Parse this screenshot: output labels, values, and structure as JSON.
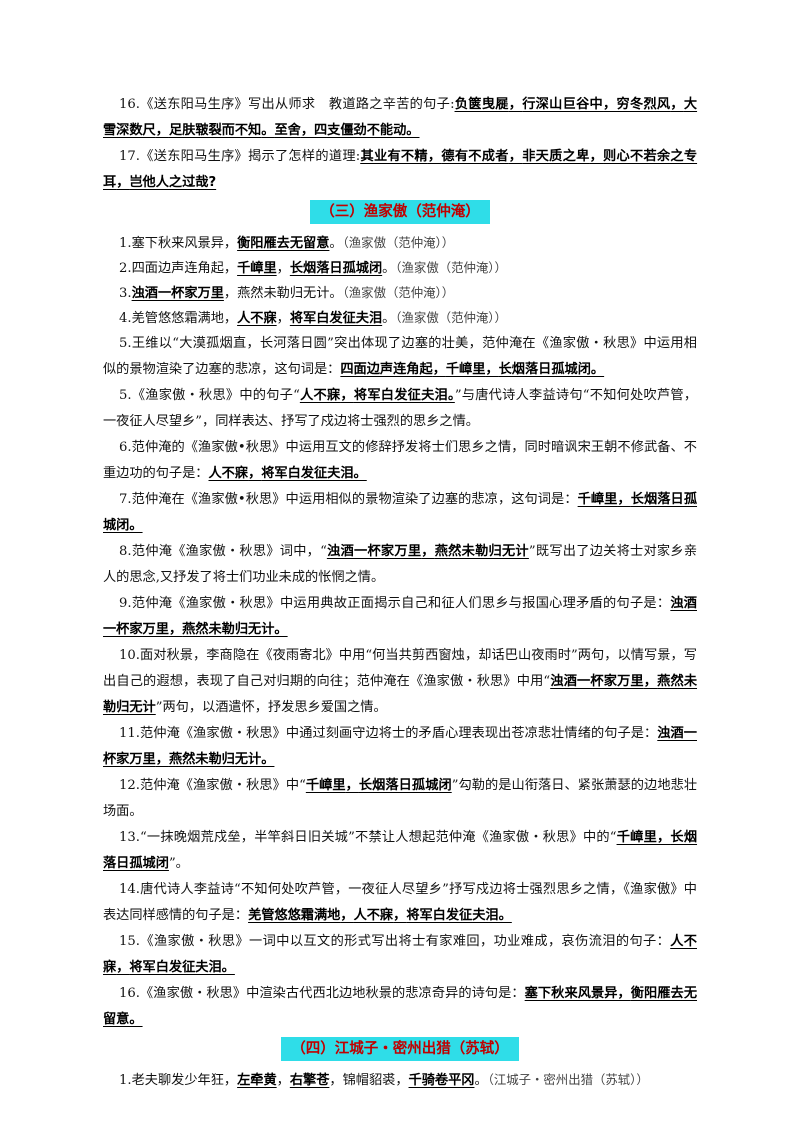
{
  "sections": [
    {
      "heading": "",
      "items": [
        {
          "segs": [
            {
              "t": "16.《送东阳马生序》写出从师求　教道路之辛苦的句子:"
            },
            {
              "t": "负箧曳屣",
              "a": 1
            },
            {
              "t": "，",
              "a": 1
            },
            {
              "t": "行深山巨谷中",
              "a": 1
            },
            {
              "t": "，",
              "a": 1
            },
            {
              "t": "穷冬烈风",
              "a": 1
            },
            {
              "t": "，",
              "a": 1
            },
            {
              "t": "大雪深数尺",
              "a": 1
            },
            {
              "t": "，",
              "a": 1
            },
            {
              "t": "足肤皲裂而不知",
              "a": 1
            },
            {
              "t": "。",
              "a": 1
            },
            {
              "t": "至舍",
              "a": 1
            },
            {
              "t": "，",
              "a": 1
            },
            {
              "t": "四支僵劲不能动。",
              "a": 1
            }
          ]
        },
        {
          "segs": [
            {
              "t": "17.《送东阳马生序》揭示了怎样的道理:"
            },
            {
              "t": "其业有不精",
              "a": 1
            },
            {
              "t": "，",
              "a": 1
            },
            {
              "t": "德有不成者",
              "a": 1
            },
            {
              "t": "，",
              "a": 1
            },
            {
              "t": "非天质之卑",
              "a": 1
            },
            {
              "t": "，",
              "a": 1
            },
            {
              "t": "则心不若余之专耳",
              "a": 1
            },
            {
              "t": "，",
              "a": 1
            },
            {
              "t": "岂他人之过哉?",
              "a": 1
            }
          ]
        }
      ]
    },
    {
      "heading": "（三）渔家傲（范仲淹）",
      "items": [
        {
          "tight": 1,
          "segs": [
            {
              "t": "1.塞下秋来风景异，"
            },
            {
              "t": "衡阳雁去无留意",
              "a": 1
            },
            {
              "t": "。"
            },
            {
              "t": "（渔家傲（范仲淹））",
              "s": 1
            }
          ]
        },
        {
          "tight": 1,
          "segs": [
            {
              "t": "2.四面边声连角起，"
            },
            {
              "t": "千嶂里",
              "a": 1
            },
            {
              "t": "，"
            },
            {
              "t": "长烟落日孤城闭",
              "a": 1
            },
            {
              "t": "。"
            },
            {
              "t": "（渔家傲（范仲淹））",
              "s": 1
            }
          ]
        },
        {
          "tight": 1,
          "segs": [
            {
              "t": "3."
            },
            {
              "t": "浊酒一杯家万里",
              "a": 1
            },
            {
              "t": "，燕然未勒归无计。"
            },
            {
              "t": "（渔家傲（范仲淹））",
              "s": 1
            }
          ]
        },
        {
          "tight": 1,
          "segs": [
            {
              "t": "4.羌管悠悠霜满地，"
            },
            {
              "t": "人不寐",
              "a": 1
            },
            {
              "t": "，"
            },
            {
              "t": "将军白发征夫泪",
              "a": 1
            },
            {
              "t": "。"
            },
            {
              "t": "（渔家傲（范仲淹））",
              "s": 1
            }
          ]
        },
        {
          "segs": [
            {
              "t": "5.王维以“大漠孤烟直，长河落日圆”突出体现了边塞的壮美，范仲淹在《渔家傲・秋思》中运用相似的景物渲染了边塞的悲凉，这句词是："
            },
            {
              "t": "四面边声连角起",
              "a": 1
            },
            {
              "t": "，",
              "a": 1
            },
            {
              "t": "千嶂里",
              "a": 1
            },
            {
              "t": "，",
              "a": 1
            },
            {
              "t": "长烟落日孤城闭。",
              "a": 1
            }
          ]
        },
        {
          "segs": [
            {
              "t": "5.《渔家傲・秋思》中的句子“"
            },
            {
              "t": "人不寐",
              "a": 1
            },
            {
              "t": "，",
              "a": 1
            },
            {
              "t": "将军白发征夫泪",
              "a": 1
            },
            {
              "t": "。",
              "a": 1
            },
            {
              "t": "”与唐代诗人李益诗句“不知何处吹芦管，一夜征人尽望乡”，同样表达、抒写了戍边将士强烈的思乡之情。"
            }
          ]
        },
        {
          "segs": [
            {
              "t": "6.范仲淹的《渔家傲•秋思》中运用互文的修辞抒发将士们思乡之情，同时暗讽宋王朝不修武备、不重边功的句子是："
            },
            {
              "t": "人不寐",
              "a": 1
            },
            {
              "t": "，",
              "a": 1
            },
            {
              "t": "将军白发征夫泪。",
              "a": 1
            }
          ]
        },
        {
          "segs": [
            {
              "t": "7.范仲淹在《渔家傲•秋思》中运用相似的景物渲染了边塞的悲凉，这句词是："
            },
            {
              "t": "千嶂里",
              "a": 1
            },
            {
              "t": "，",
              "a": 1
            },
            {
              "t": "长烟落日孤城闭。",
              "a": 1
            }
          ]
        },
        {
          "segs": [
            {
              "t": "8.范仲淹《渔家傲・秋思》词中，“"
            },
            {
              "t": "浊酒一杯家万里",
              "a": 1
            },
            {
              "t": "，",
              "a": 1
            },
            {
              "t": "燕然未勒归无计",
              "a": 1
            },
            {
              "t": "”既写出了边关将士对家乡亲人的思念,又抒发了将士们功业未成的怅惘之情。"
            }
          ]
        },
        {
          "segs": [
            {
              "t": "9.范仲淹《渔家傲・秋思》中运用典故正面揭示自己和征人们思乡与报国心理矛盾的句子是："
            },
            {
              "t": "浊酒一杯家万里",
              "a": 1
            },
            {
              "t": "，",
              "a": 1
            },
            {
              "t": "燕然未勒归无计。",
              "a": 1
            }
          ]
        },
        {
          "segs": [
            {
              "t": "10.面对秋景，李商隐在《夜雨寄北》中用“何当共剪西窗烛，却话巴山夜雨时”两句，以情写景，写出自己的遐想，表现了自己对归期的向往；范仲淹在《渔家傲・秋思》中用“"
            },
            {
              "t": "浊酒一杯家万里",
              "a": 1
            },
            {
              "t": "，",
              "a": 1
            },
            {
              "t": "燕然未勒归无计",
              "a": 1
            },
            {
              "t": "”两句，以酒遣怀，抒发思乡爱国之情。"
            }
          ]
        },
        {
          "segs": [
            {
              "t": "11.范仲淹《渔家傲・秋思》中通过刻画守边将士的矛盾心理表现出苍凉悲壮情绪的句子是："
            },
            {
              "t": "浊酒一杯家万里",
              "a": 1
            },
            {
              "t": "，",
              "a": 1
            },
            {
              "t": "燕然未勒归无计。",
              "a": 1
            }
          ]
        },
        {
          "segs": [
            {
              "t": "12.范仲淹《渔家傲・秋思》中“"
            },
            {
              "t": "千嶂里",
              "a": 1
            },
            {
              "t": "，",
              "a": 1
            },
            {
              "t": "长烟落日孤城闭",
              "a": 1
            },
            {
              "t": "”勾勒的是山衔落日、紧张萧瑟的边地悲壮场面。"
            }
          ]
        },
        {
          "segs": [
            {
              "t": "13.“一抹晚烟荒戍垒，半竿斜日旧关城”不禁让人想起范仲淹《渔家傲・秋思》中的“"
            },
            {
              "t": "千嶂里",
              "a": 1
            },
            {
              "t": "，",
              "a": 1
            },
            {
              "t": "长烟落日孤城闭",
              "a": 1
            },
            {
              "t": "”。"
            }
          ]
        },
        {
          "segs": [
            {
              "t": "14.唐代诗人李益诗“不知何处吹芦管，一夜征人尽望乡”抒写戍边将士强烈思乡之情，《渔家傲》中表达同样感情的句子是："
            },
            {
              "t": "羌管悠悠霜满地",
              "a": 1
            },
            {
              "t": "，",
              "a": 1
            },
            {
              "t": "人不寐",
              "a": 1
            },
            {
              "t": "，",
              "a": 1
            },
            {
              "t": "将军白发征夫泪。",
              "a": 1
            }
          ]
        },
        {
          "segs": [
            {
              "t": "15.《渔家傲・秋思》一词中以互文的形式写出将士有家难回，功业难成，哀伤流泪的句子："
            },
            {
              "t": "人不寐",
              "a": 1
            },
            {
              "t": "，",
              "a": 1
            },
            {
              "t": "将军白发征夫泪。",
              "a": 1
            }
          ]
        },
        {
          "segs": [
            {
              "t": "16.《渔家傲・秋思》中渲染古代西北边地秋景的悲凉奇异的诗句是："
            },
            {
              "t": "塞下秋来风景异",
              "a": 1
            },
            {
              "t": "，",
              "a": 1
            },
            {
              "t": "衡阳雁去无留意。",
              "a": 1
            }
          ]
        }
      ]
    },
    {
      "heading": "（四）江城子・密州出猎（苏轼）",
      "items": [
        {
          "tight": 1,
          "segs": [
            {
              "t": "1.老夫聊发少年狂，"
            },
            {
              "t": "左牵黄",
              "a": 1
            },
            {
              "t": "，"
            },
            {
              "t": "右擎苍",
              "a": 1
            },
            {
              "t": "，锦帽貂裘，"
            },
            {
              "t": "千骑卷平冈",
              "a": 1
            },
            {
              "t": "。"
            },
            {
              "t": "（江城子・密州出猎（苏轼））",
              "s": 1
            }
          ]
        }
      ]
    }
  ]
}
